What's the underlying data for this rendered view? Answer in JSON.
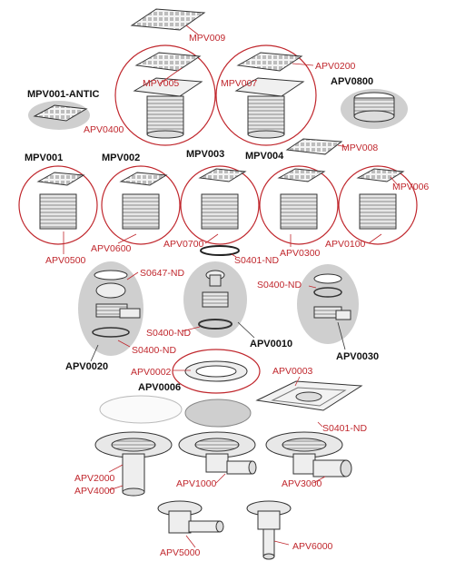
{
  "colors": {
    "label_red": "#c0272d",
    "label_black": "#111111",
    "circle_red": "#c0272d",
    "shadow_grey": "#cfcfcf",
    "line_grey": "#444444"
  },
  "labels": {
    "MPV009": "MPV009",
    "MPV005": "MPV005",
    "APV0400": "APV0400",
    "MPV007": "MPV007",
    "APV0200": "APV0200",
    "APV0800": "APV0800",
    "MPV001_ANTIC": "MPV001-ANTIC",
    "MPV008": "MPV008",
    "MPV001": "MPV001",
    "MPV002": "MPV002",
    "MPV003": "MPV003",
    "MPV004": "MPV004",
    "MPV006": "MPV006",
    "APV0500": "APV0500",
    "APV0600": "APV0600",
    "APV0700": "APV0700",
    "APV0300": "APV0300",
    "APV0100": "APV0100",
    "S0401_ND_a": "S0401-ND",
    "S0647_ND": "S0647-ND",
    "S0400_ND_a": "S0400-ND",
    "S0400_ND_b": "S0400-ND",
    "S0400_ND_c": "S0400-ND",
    "APV0010": "APV0010",
    "APV0030": "APV0030",
    "APV0020": "APV0020",
    "APV0003": "APV0003",
    "APV0002": "APV0002",
    "APV0006": "APV0006",
    "S0401_ND_b": "S0401-ND",
    "APV2000": "APV2000",
    "APV4000": "APV4000",
    "APV1000": "APV1000",
    "APV3000": "APV3000",
    "APV5000": "APV5000",
    "APV6000": "APV6000"
  }
}
